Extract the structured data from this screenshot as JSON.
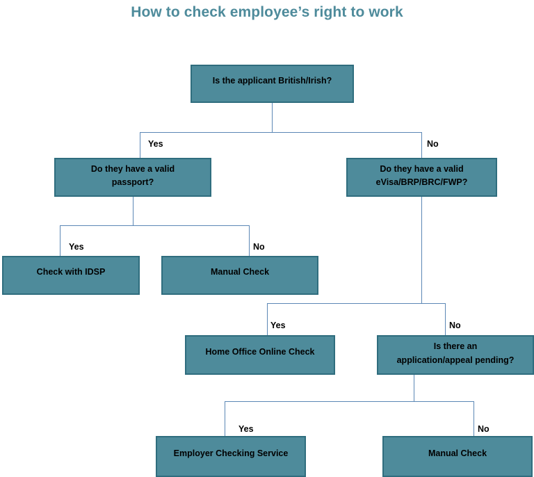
{
  "title": "How to check employee’s right to work",
  "colors": {
    "node_fill": "#4e8b9b",
    "node_border": "#2f6d7e",
    "connector": "#5b87b5",
    "title_text": "#4e8b9b",
    "node_text": "#000000",
    "background": "#ffffff"
  },
  "chart_data": {
    "type": "diagram",
    "diagram_type": "decision-flowchart",
    "title": "How to check employee’s right to work",
    "nodes": [
      {
        "id": "q-british",
        "label": "Is the applicant British/Irish?",
        "kind": "decision",
        "level": 0
      },
      {
        "id": "q-passport",
        "label": "Do they have a valid\npassport?",
        "kind": "decision",
        "level": 1
      },
      {
        "id": "q-evisa",
        "label": "Do they have a valid\neVisa/BRP/BRC/FWP?",
        "kind": "decision",
        "level": 1
      },
      {
        "id": "idsp",
        "label": "Check with IDSP",
        "kind": "outcome",
        "level": 2
      },
      {
        "id": "manual-1",
        "label": "Manual Check",
        "kind": "outcome",
        "level": 2
      },
      {
        "id": "home-office",
        "label": "Home Office Online Check",
        "kind": "outcome",
        "level": 3
      },
      {
        "id": "q-pending",
        "label": "Is there an\napplication/appeal pending?",
        "kind": "decision",
        "level": 3
      },
      {
        "id": "employer-check",
        "label": "Employer Checking Service",
        "kind": "outcome",
        "level": 4
      },
      {
        "id": "manual-2",
        "label": "Manual Check",
        "kind": "outcome",
        "level": 4
      }
    ],
    "edges": [
      {
        "from": "q-british",
        "to": "q-passport",
        "label": "Yes"
      },
      {
        "from": "q-british",
        "to": "q-evisa",
        "label": "No"
      },
      {
        "from": "q-passport",
        "to": "idsp",
        "label": "Yes"
      },
      {
        "from": "q-passport",
        "to": "manual-1",
        "label": "No"
      },
      {
        "from": "q-evisa",
        "to": "home-office",
        "label": "Yes"
      },
      {
        "from": "q-evisa",
        "to": "q-pending",
        "label": "No"
      },
      {
        "from": "q-pending",
        "to": "employer-check",
        "label": "Yes"
      },
      {
        "from": "q-pending",
        "to": "manual-2",
        "label": "No"
      }
    ]
  },
  "nodes": {
    "q_british": {
      "label": "Is the applicant British/Irish?"
    },
    "q_passport": {
      "label": "Do they have a valid\npassport?"
    },
    "q_evisa": {
      "label": "Do they have a valid\neVisa/BRP/BRC/FWP?"
    },
    "idsp": {
      "label": "Check with IDSP"
    },
    "manual_1": {
      "label": "Manual Check"
    },
    "home_office": {
      "label": "Home Office Online Check"
    },
    "q_pending": {
      "label": "Is there an\napplication/appeal pending?"
    },
    "employer_check": {
      "label": "Employer Checking Service"
    },
    "manual_2": {
      "label": "Manual Check"
    }
  },
  "edge_labels": {
    "british_yes": "Yes",
    "british_no": "No",
    "passport_yes": "Yes",
    "passport_no": "No",
    "evisa_yes": "Yes",
    "evisa_no": "No",
    "pending_yes": "Yes",
    "pending_no": "No"
  }
}
